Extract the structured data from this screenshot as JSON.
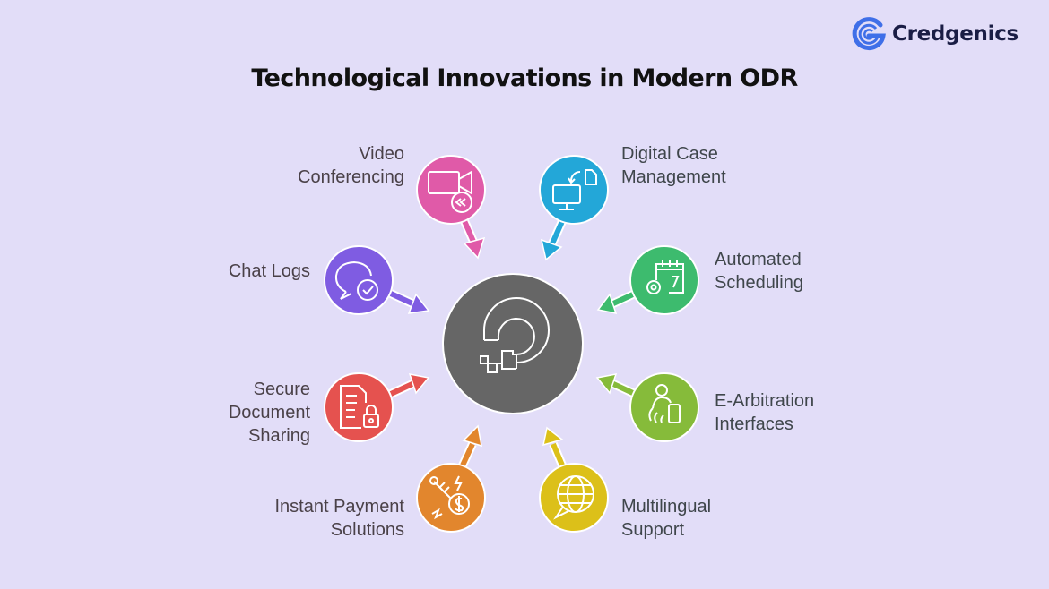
{
  "brand": {
    "name": "Credgenics",
    "color": "#3f6fe8"
  },
  "title": "Technological Innovations in Modern ODR",
  "center": {
    "icon": "odr-logo-icon",
    "color": "#666666"
  },
  "nodes": [
    {
      "id": "video-conferencing",
      "line1": "Video",
      "line2": "Conferencing",
      "icon": "video-camera-rewind-icon",
      "color": "#e05aa8"
    },
    {
      "id": "digital-case-management",
      "line1": "Digital Case",
      "line2": "Management",
      "icon": "computer-document-transfer-icon",
      "color": "#23a7d8"
    },
    {
      "id": "automated-scheduling",
      "line1": "Automated",
      "line2": "Scheduling",
      "icon": "calendar-gear-icon",
      "color": "#3dbb6e"
    },
    {
      "id": "e-arbitration-interfaces",
      "line1": "E-Arbitration",
      "line2": "Interfaces",
      "icon": "person-touch-device-icon",
      "color": "#86bb3a"
    },
    {
      "id": "multilingual-support",
      "line1": "Multilingual",
      "line2": "Support",
      "icon": "globe-speech-icon",
      "color": "#dcc019"
    },
    {
      "id": "instant-payment-solutions",
      "line1": "Instant Payment",
      "line2": "Solutions",
      "icon": "rocket-dollar-icon",
      "color": "#e2862d"
    },
    {
      "id": "secure-document-sharing",
      "line1": "Secure",
      "line2": "Document",
      "line3": "Sharing",
      "icon": "document-lock-icon",
      "color": "#e5524f"
    },
    {
      "id": "chat-logs",
      "line1": "Chat Logs",
      "icon": "chat-check-icon",
      "color": "#7f5ce2"
    }
  ]
}
